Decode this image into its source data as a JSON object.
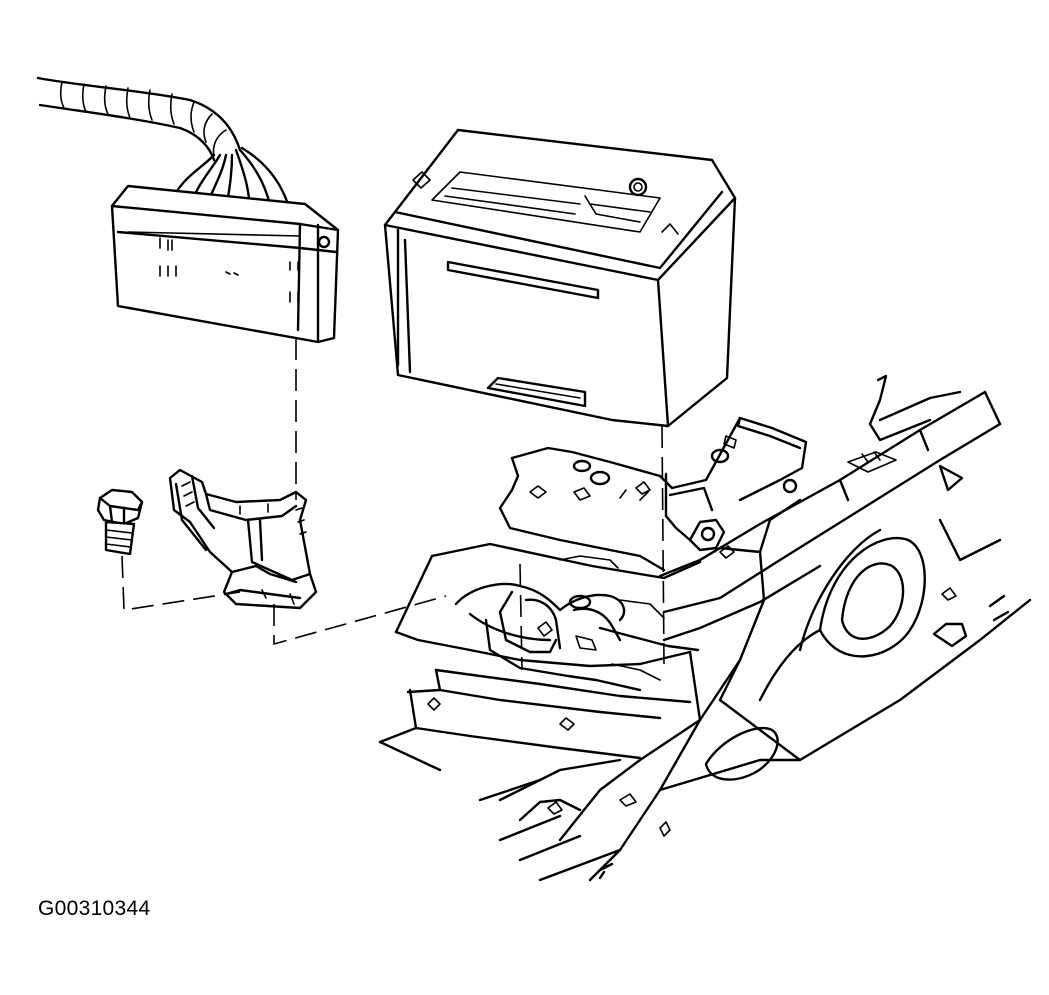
{
  "figure": {
    "id_label": "G00310344",
    "colors": {
      "line": "#000000",
      "background": "#ffffff"
    }
  },
  "parts": [
    {
      "name": "wiring-harness",
      "icon": "harness-icon"
    },
    {
      "name": "junction-block",
      "icon": "fuse-block-icon"
    },
    {
      "name": "battery",
      "icon": "battery-icon"
    },
    {
      "name": "bolt",
      "icon": "bolt-icon"
    },
    {
      "name": "mounting-bracket",
      "icon": "bracket-icon"
    },
    {
      "name": "battery-tray",
      "icon": "tray-icon"
    },
    {
      "name": "frame-rail",
      "icon": "frame-icon"
    }
  ]
}
